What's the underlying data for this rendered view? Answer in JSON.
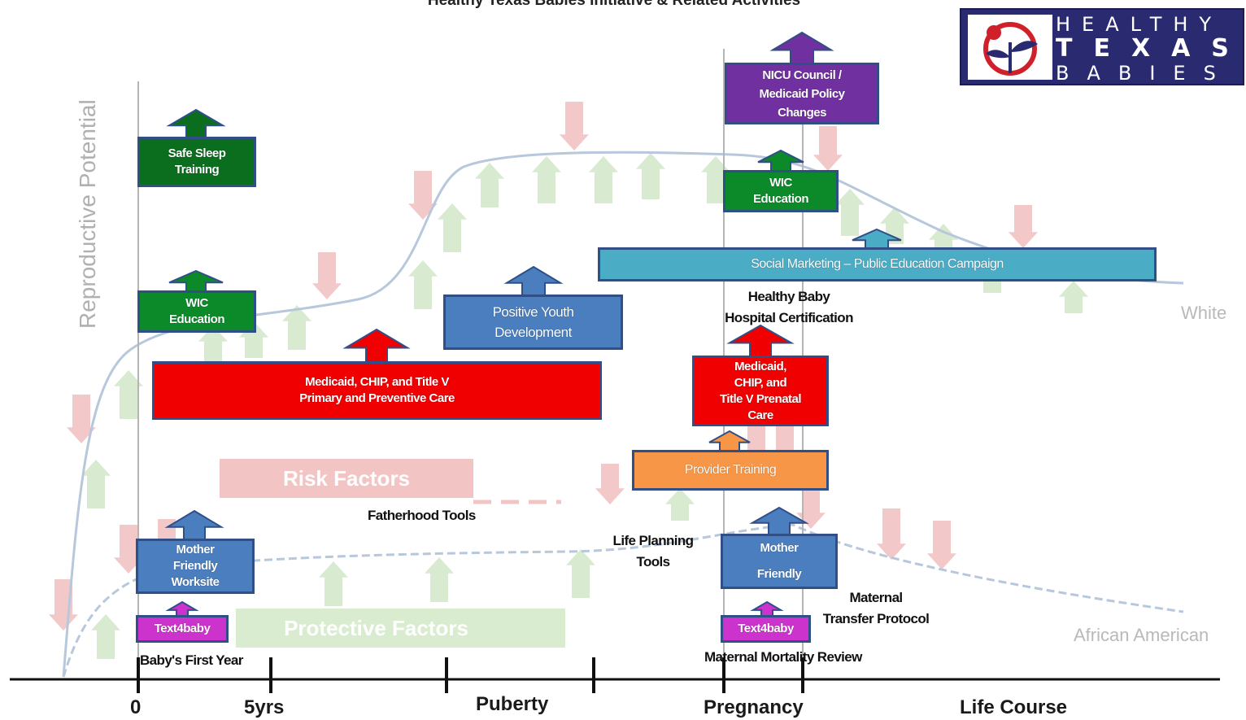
{
  "title": "Healthy Texas Babies Initiative & Related Activities",
  "logo": {
    "line1": "HEALTHY",
    "line2": "TEXAS",
    "line3": "BABIES"
  },
  "y_axis_label": "Reproductive Potential",
  "curve_labels": {
    "upper": "White",
    "lower": "African American"
  },
  "background_labels": {
    "risk": "Risk Factors",
    "protective": "Protective Factors"
  },
  "timeline": {
    "ticks": [
      "0",
      "5yrs",
      "Puberty",
      "Pregnancy",
      "Life Course"
    ]
  },
  "boxes": {
    "safe_sleep": "Safe Sleep\nTraining",
    "wic_left": "WIC\nEducation",
    "medicaid_primary": "Medicaid, CHIP, and Title V\nPrimary and Preventive Care",
    "positive_youth": "Positive Youth\nDevelopment",
    "mother_worksite": "Mother\nFriendly\nWorksite",
    "text4baby_left": "Text4baby",
    "nicu": "NICU Council /\nMedicaid Policy\nChanges",
    "wic_right": "WIC\nEducation",
    "social_marketing": "Social Marketing – Public Education Campaign",
    "medicaid_prenatal": "Medicaid,\nCHIP, and\nTitle V Prenatal\nCare",
    "provider_training": "Provider Training",
    "mother_friendly": "Mother\n\nFriendly",
    "text4baby_right": "Text4baby"
  },
  "labels": {
    "babys_first_year": "Baby's First Year",
    "fatherhood_tools": "Fatherhood Tools",
    "life_planning_tools": "Life Planning\nTools",
    "healthy_baby": "Healthy Baby\nHospital Certification",
    "maternal_transfer": "Maternal\nTransfer Protocol",
    "maternal_mortality": "Maternal Mortality Review"
  },
  "colors": {
    "green": "#0c8a2a",
    "dark_green": "#0a6e1e",
    "red": "#f00000",
    "blue": "#4a7ebf",
    "purple": "#7030a0",
    "teal": "#4bacc6",
    "orange": "#f79646",
    "magenta": "#cc33cc",
    "faded_green_arrow": "#d8ead0",
    "faded_red_arrow": "#f2c8c8",
    "curve": "#b8c8dc"
  }
}
